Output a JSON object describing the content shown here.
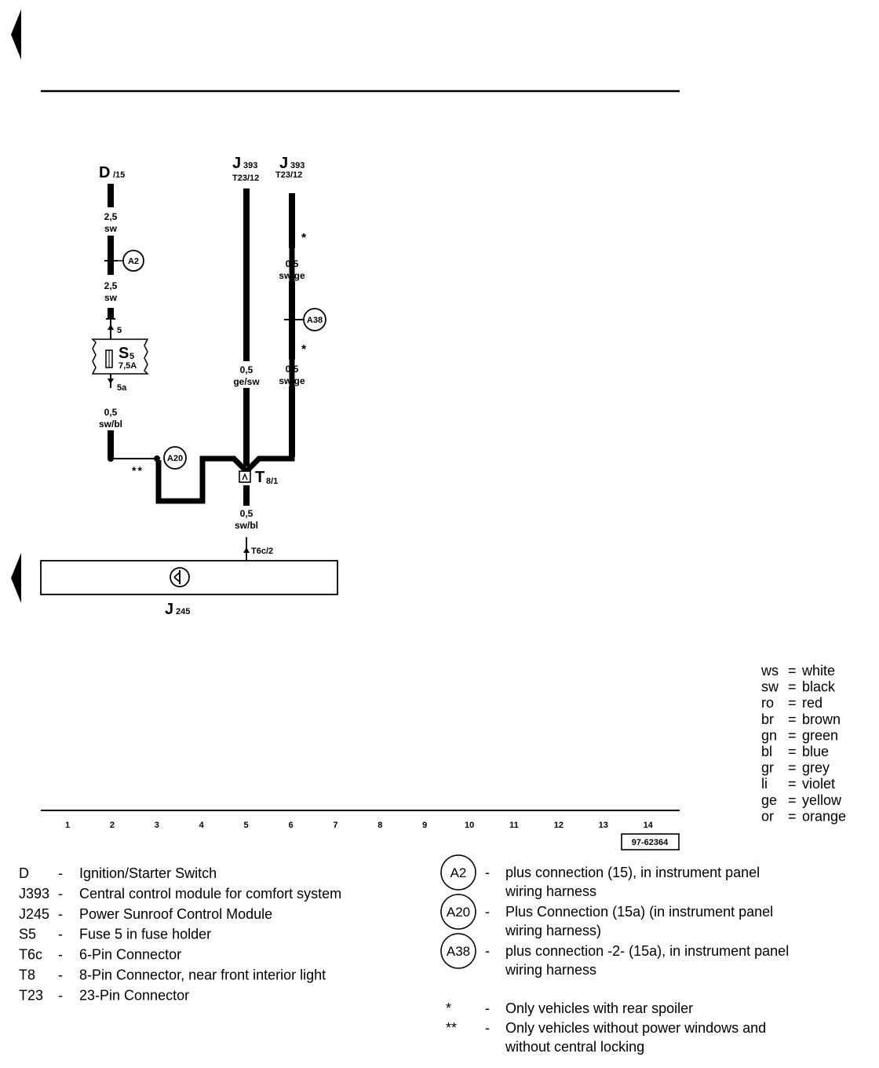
{
  "components": {
    "D": {
      "name": "D",
      "sub": "/15"
    },
    "J393_a": {
      "name": "J",
      "num": "393",
      "pin": "T23/12"
    },
    "J393_b": {
      "name": "J",
      "num": "393",
      "pin": "T23/12"
    },
    "S5": {
      "name": "S",
      "num": "5",
      "rating": "7,5A",
      "pin_in": "5",
      "pin_out": "5a"
    },
    "T8": {
      "name": "T",
      "num": "8/1"
    },
    "T6c": {
      "pin": "T6c/2"
    },
    "J245": {
      "name": "J",
      "num": "245"
    }
  },
  "wires": [
    {
      "size": "2,5",
      "color": "sw"
    },
    {
      "size": "2,5",
      "color": "sw"
    },
    {
      "size": "0,5",
      "color": "sw/bl"
    },
    {
      "size": "0,5",
      "color": "ge/sw"
    },
    {
      "size": "0,5",
      "color": "sw/ge"
    },
    {
      "size": "0,5",
      "color": "sw/ge"
    },
    {
      "size": "0,5",
      "color": "sw/bl"
    }
  ],
  "connections": [
    "A2",
    "A20",
    "A38"
  ],
  "markers": {
    "star": "*",
    "double_star": "**"
  },
  "color_codes": [
    {
      "code": "ws",
      "name": "white"
    },
    {
      "code": "sw",
      "name": "black"
    },
    {
      "code": "ro",
      "name": "red"
    },
    {
      "code": "br",
      "name": "brown"
    },
    {
      "code": "gn",
      "name": "green"
    },
    {
      "code": "bl",
      "name": "blue"
    },
    {
      "code": "gr",
      "name": "grey"
    },
    {
      "code": "li",
      "name": "violet"
    },
    {
      "code": "ge",
      "name": "yellow"
    },
    {
      "code": "or",
      "name": "orange"
    }
  ],
  "grid_numbers": [
    "1",
    "2",
    "3",
    "4",
    "5",
    "6",
    "7",
    "8",
    "9",
    "10",
    "11",
    "12",
    "13",
    "14"
  ],
  "diagram_id": "97-62364",
  "legend_left": [
    {
      "code": "D",
      "desc": "Ignition/Starter Switch"
    },
    {
      "code": "J393",
      "desc": "Central control module for comfort system"
    },
    {
      "code": "J245",
      "desc": "Power Sunroof Control Module"
    },
    {
      "code": "S5",
      "desc": "Fuse 5 in fuse holder"
    },
    {
      "code": "T6c",
      "desc": "6-Pin Connector"
    },
    {
      "code": "T8",
      "desc": "8-Pin Connector, near front interior light"
    },
    {
      "code": "T23",
      "desc": "23-Pin Connector"
    }
  ],
  "legend_right": [
    {
      "code": "A2",
      "line1": "plus connection (15), in instrument panel",
      "line2": "wiring harness"
    },
    {
      "code": "A20",
      "line1": "Plus Connection (15a) (in instrument panel",
      "line2": "wiring harness)"
    },
    {
      "code": "A38",
      "line1": "plus connection -2- (15a), in instrument panel",
      "line2": "wiring harness"
    }
  ],
  "notes": [
    {
      "symbol": "*",
      "line1": "Only vehicles with rear spoiler",
      "line2": ""
    },
    {
      "symbol": "**",
      "line1": "Only vehicles without power windows and",
      "line2": "without central locking"
    }
  ],
  "dash": "-"
}
